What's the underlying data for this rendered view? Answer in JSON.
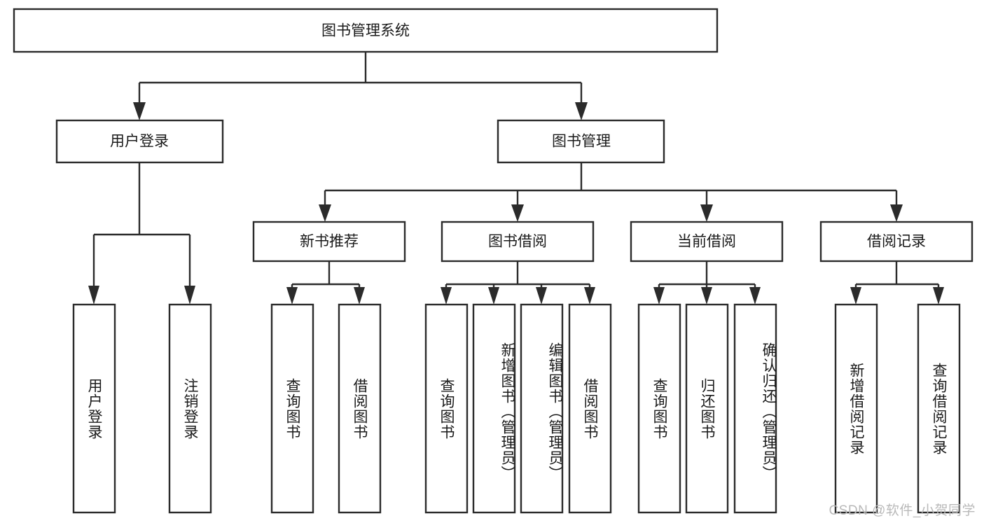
{
  "diagram": {
    "title": "图书管理系统",
    "type": "hierarchy-tree",
    "orientation": "top-down",
    "watermark": "CSDN @软件_小贺同学",
    "colors": {
      "box_stroke": "#2b2b2b",
      "box_fill": "#ffffff",
      "line": "#2b2b2b",
      "text": "#1a1a1a",
      "background": "#ffffff",
      "watermark": "#b9b9b9"
    },
    "levels": {
      "root": "图书管理系统",
      "level2": [
        "用户登录",
        "图书管理"
      ],
      "level3": [
        "新书推荐",
        "图书借阅",
        "当前借阅",
        "借阅记录"
      ]
    },
    "nodes": {
      "root": {
        "label": "图书管理系统"
      },
      "user_login": {
        "label": "用户登录"
      },
      "book_manage": {
        "label": "图书管理"
      },
      "new_book_rec": {
        "label": "新书推荐"
      },
      "book_borrow": {
        "label": "图书借阅"
      },
      "current_borrow": {
        "label": "当前借阅"
      },
      "borrow_record": {
        "label": "借阅记录"
      }
    },
    "leaves": {
      "user_login": [
        {
          "label": "用户登录"
        },
        {
          "label": "注销登录"
        }
      ],
      "new_book_rec": [
        {
          "label": "查询图书"
        },
        {
          "label": "借阅图书"
        }
      ],
      "book_borrow": [
        {
          "label": "查询图书"
        },
        {
          "label": "新增图书（管理员）"
        },
        {
          "label": "编辑图书（管理员）"
        },
        {
          "label": "借阅图书"
        }
      ],
      "current_borrow": [
        {
          "label": "查询图书"
        },
        {
          "label": "归还图书"
        },
        {
          "label": "确认归还（管理员）"
        }
      ],
      "borrow_record": [
        {
          "label": "新增借阅记录"
        },
        {
          "label": "查询借阅记录"
        }
      ]
    }
  }
}
